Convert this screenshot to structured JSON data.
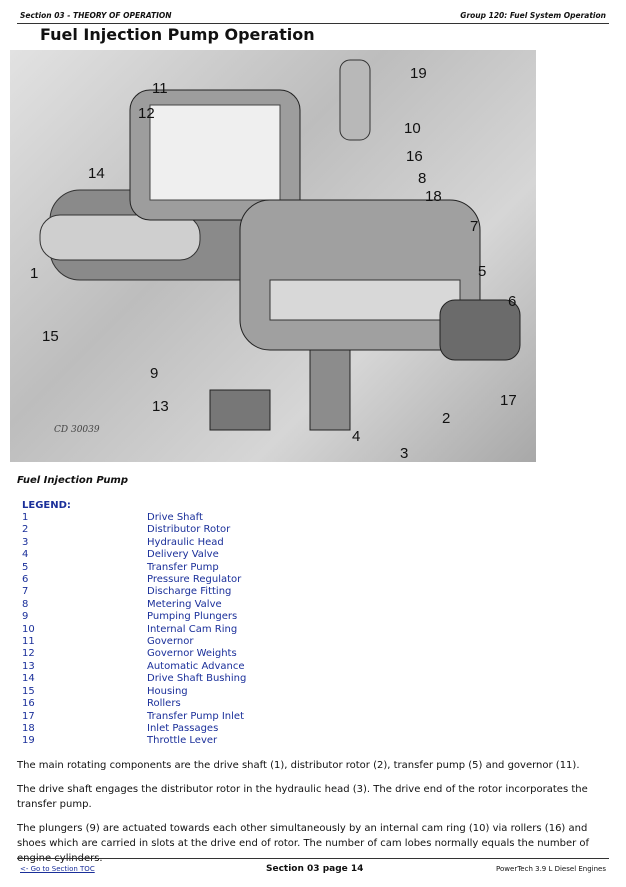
{
  "header": {
    "left": "Section 03 - THEORY OF OPERATION",
    "right": "Group 120: Fuel System Operation"
  },
  "title": "Fuel Injection Pump Operation",
  "figure": {
    "code": "CD 30039",
    "callouts": [
      "1",
      "2",
      "3",
      "4",
      "5",
      "6",
      "7",
      "8",
      "9",
      "10",
      "11",
      "12",
      "13",
      "14",
      "15",
      "16",
      "17",
      "18",
      "19"
    ]
  },
  "caption": "Fuel Injection Pump",
  "legend": {
    "heading": "LEGEND:",
    "items": [
      {
        "n": "1",
        "label": "Drive Shaft"
      },
      {
        "n": "2",
        "label": "Distributor Rotor"
      },
      {
        "n": "3",
        "label": "Hydraulic Head"
      },
      {
        "n": "4",
        "label": "Delivery Valve"
      },
      {
        "n": "5",
        "label": "Transfer Pump"
      },
      {
        "n": "6",
        "label": "Pressure Regulator"
      },
      {
        "n": "7",
        "label": "Discharge Fitting"
      },
      {
        "n": "8",
        "label": "Metering Valve"
      },
      {
        "n": "9",
        "label": "Pumping Plungers"
      },
      {
        "n": "10",
        "label": "Internal Cam Ring"
      },
      {
        "n": "11",
        "label": "Governor"
      },
      {
        "n": "12",
        "label": "Governor Weights"
      },
      {
        "n": "13",
        "label": "Automatic Advance"
      },
      {
        "n": "14",
        "label": "Drive Shaft Bushing"
      },
      {
        "n": "15",
        "label": "Housing"
      },
      {
        "n": "16",
        "label": "Rollers"
      },
      {
        "n": "17",
        "label": "Transfer Pump Inlet"
      },
      {
        "n": "18",
        "label": "Inlet Passages"
      },
      {
        "n": "19",
        "label": "Throttle Lever"
      }
    ]
  },
  "paragraphs": [
    "The main rotating components are the drive shaft (1), distributor rotor (2), transfer pump (5) and governor (11).",
    "The drive shaft engages the distributor rotor in the hydraulic head (3). The drive end of the rotor incorporates the transfer pump.",
    "The plungers (9) are actuated towards each other simultaneously by an internal cam ring (10) via rollers (16) and shoes which are carried in slots at the drive end of rotor. The number of cam lobes normally equals the number of engine cylinders."
  ],
  "footer": {
    "link": "<- Go to Section TOC",
    "center": "Section 03 page 14",
    "right": "PowerTech 3.9 L Diesel Engines"
  }
}
